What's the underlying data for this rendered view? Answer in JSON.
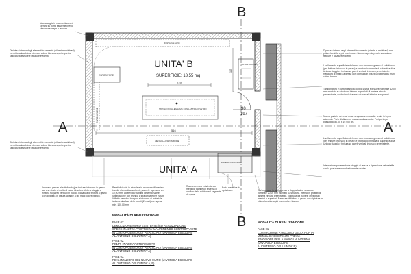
{
  "plan": {
    "unit_b_title": "UNITA' B",
    "unit_b_area": "SUPERFICIE: 18,55 mq",
    "unit_a_title": "UNITA' A",
    "section_a_left": "A",
    "section_a_right": "A",
    "section_b_top": "B",
    "section_b_bottom": "B",
    "room_labels": {
      "espositore_left": "ESPOSITORE",
      "esposizione_top": "ESPOSIZIONE",
      "esposizione_side": "ESPOSIZIONE",
      "porta_prodotti": "PORTA PRODOTTI",
      "tavolo": "TAVOLO IN FALEGNAME CON LASTRA DI VETRO",
      "mensola": "MENSOLA ESPOSIZIONE",
      "sistema_a_mensole": "SISTEMA A MENSOLE"
    },
    "dimensions": {
      "d_219": "219",
      "d_90": "90",
      "d_197": "197",
      "d_516": "516",
      "d_145": "145"
    }
  },
  "notes": {
    "left_1": "Nuova soglia in marmo bianco di carrara su porta esistente previo stuccature crepe e fessure",
    "left_2": "Dipintura interna degli elementi in cemento (pilastri e architravi) con pittura lavabile a più mani colore bianco esperite previo stuccatura fessure e rasature evidenti.",
    "left_3": "Dipintura interna degli elementi in cemento (pilastri e architravi) con pittura lavabile a più mani colore bianco esperite previo stuccatura fessure e rasature evidenti.",
    "bottom_1": "Intonaco grezzo al sottofondo (per finiture: intonaco in gesso) ad uno strato di malta di calce idraulica. Unito a staggia e finitura su pareti verticali in buono. Rasatura di finitura a gesso con dipintura in pittura lavabile a più mani colore bianco.",
    "bottom_2": "Pareti divisorie in alveolare in muratura di laterizio tramite elementi assorbenti; pannelli: spessore cm 10,00 mm, ad elevata stabilità dimensionale e lubrificazione con tecnica a strato finale per evitare l'effetto tremolio. Inceppo a intonaco di materiale isolante alla fase delle pareti (2 mani) con spess. min. 100,00 mm",
    "bottom_3": "Raccordo muro esistente con mensola tramite un sistema di verifica della relativa sul seguente di opere",
    "bottom_4": "Porta metallica da ripristinare",
    "right_1": "Dipintura interna degli elementi in cemento (pilastri e architravi) con pittura lavabile a più mani colore bianco esperite previo stuccatura fessure e rasature evidenti.",
    "right_2": "Livellamento superficiale del muro con: intonaco grezzo al sottofondo (per finiture: intonaco in gesso) e prontuario in malta di calce idraulica. Unito a staggia e finitura su pareti verticali intonaco preesistente. Rasatura di finitura a gesso con dipintura in pittura lavabile a più mani colore bianco.",
    "right_3": "Tamponatura in cartongesso a doppia lastra, spessore nominale 12,00 mm montato su struttura. Interno in profilati di lamiera zincata preesistente, costituita da traversi orizzontali inferiori e superiori.",
    "right_4": "Nuova parte in vetro ad unica singola con modalità: telaio in legno alluminio. Porte di diametro massima alla vetrata. Fori porta per passaggio 80,00 x 197,00 cm.",
    "right_5": "Livellamento superficiale del muro con: intonaco grezzo al sottofondo (per finiture: intonaco in gesso) e prontuario in malta di calce idraulica. Unito a staggia e finitura su pareti verticali intonaco preesistente.",
    "right_6": "Interruzione per eventuale stuggio di tenuta e riparazione della staffa con la posizione non direttamente visibile.",
    "center_1": "Cartongesso: in cartongesso a doppia lastra, spessore nominale 20,00 mm montato su struttura. Interno in profilati di lamiera zincata preesistente, costituita da traversi orizzontali inferiori e superiori. Rasatura di finitura a gesso con dipintura in pittura lavabile a più mani colore bianco."
  },
  "modalita_left": {
    "title": "MODALITÀ DI REALIZZAZIONE",
    "phases": [
      {
        "label": "FASE 01:",
        "lines": [
          "DEMOLIZIONE MURO ESISTENTE (ED REALIZZAZIONE",
          "OPERE IN ALTRA PROPRIETA' MANTENENDO CONTROPARETE",
          "IN CARTONGESSO GIA' REALIZZATA (LAVORI DA ESEGUIRE",
          "ALL'INTERNO DELL'UNITA' A)"
        ]
      },
      {
        "label": "FASE 02:",
        "lines": [
          "DEMOLIZIONE CONTROPARETE",
          "IN CARTONGESSO GIA' REALIZZATA (LAVORI DA ESEGUIRE",
          "ALL'INTERNO DELL'UNITA' A)"
        ]
      },
      {
        "label": "FASE 03:",
        "lines": [
          "REALIZZAZIONE DEL NUOVO MURO (LAVORI DA ESEGUIRE",
          "ALL'INTERNO DELL'UNITA' A, B)"
        ]
      }
    ]
  },
  "modalita_right": {
    "title": "MODALITÀ DI REALIZZAZIONE",
    "phases": [
      {
        "label": "FASE 01:",
        "lines": [
          "COSTRUZIONE A RIDOSSO DELLA PORTA",
          "METALLICA ESISTENTE PREVIA",
          "RIMOZIONE DELLA MANIGLIA INTERNA",
          "(LAVORI DA ESEGUIRE",
          "ALL'INTERNO DELL'UNITA' B)"
        ]
      }
    ]
  }
}
